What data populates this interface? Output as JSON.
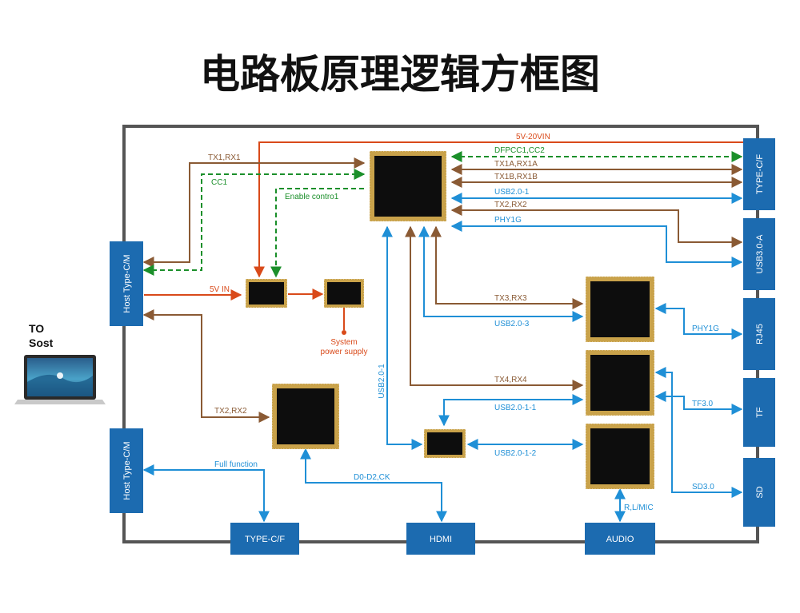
{
  "title": "电路板原理逻辑方框图",
  "host_label": {
    "line1": "TO",
    "line2": "Sost"
  },
  "ports_left": {
    "host_top": "Host Type-C/M",
    "host_bottom": "Host Type-C/M"
  },
  "ports_right": {
    "typec": "TYPE-C/F",
    "usb30a": "USB3.0-A",
    "rj45": "RJ45",
    "tf": "TF",
    "sd": "SD"
  },
  "ports_bottom": {
    "typec": "TYPE-C/F",
    "hdmi": "HDMI",
    "audio": "AUDIO"
  },
  "labels": {
    "vin": "5V-20VIN",
    "dfpcc": "DFPCC1,CC2",
    "tx1a": "TX1A,RX1A",
    "tx1b": "TX1B,RX1B",
    "usb201": "USB2.0-1",
    "tx2rx2_right": "TX2,RX2",
    "phy1g_top": "PHY1G",
    "tx1rx1": "TX1,RX1",
    "cc1": "CC1",
    "enable": "Enable contro1",
    "fivevin": "5V IN",
    "system_power_1": "System",
    "system_power_2": "power supply",
    "tx3rx3": "TX3,RX3",
    "usb203": "USB2.0-3",
    "phy1g_rj45": "PHY1G",
    "usb201_vert": "USB2.0-1",
    "tx4rx4": "TX4,RX4",
    "tf30": "TF3.0",
    "usb2011": "USB2.0-1-1",
    "tx2rx2_left": "TX2,RX2",
    "usb2012": "USB2.0-1-2",
    "sd30": "SD3.0",
    "full_function": "Full function",
    "d0d2": "D0-D2,CK",
    "rlmic": "R,L/MIC"
  },
  "colors": {
    "port_blue": "#1c6bb0",
    "chip": "#0d0d0d",
    "pin_gold": "#c9a24a",
    "brown": "#8a5a34",
    "blue": "#1f8fd6",
    "green": "#1b8f2a",
    "red": "#d94a1a",
    "board_border": "#555555"
  }
}
